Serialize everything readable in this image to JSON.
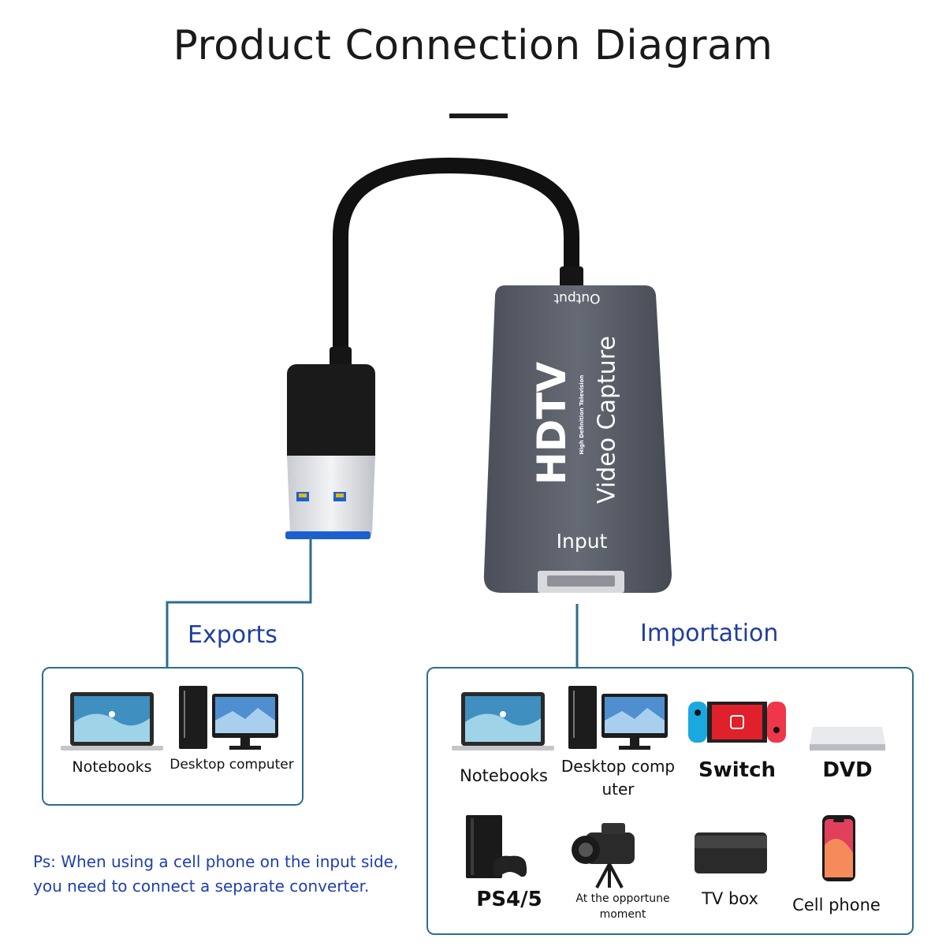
{
  "title": "Product Connection Diagram",
  "device": {
    "output_label": "Output",
    "brand": "HDTV",
    "brand_sub": "High Definition Television",
    "product": "Video Capture",
    "input_label": "Input"
  },
  "exports": {
    "label": "Exports",
    "items": [
      {
        "label": "Notebooks",
        "icon": "laptop-icon"
      },
      {
        "label": "Desktop computer",
        "icon": "desktop-computer-icon"
      }
    ]
  },
  "importation": {
    "label": "Importation",
    "items": [
      {
        "label": "Notebooks",
        "icon": "laptop-icon"
      },
      {
        "label": "Desktop comp uter",
        "icon": "desktop-computer-icon"
      },
      {
        "label": "Switch",
        "icon": "game-console-switch-icon"
      },
      {
        "label": "DVD",
        "icon": "dvd-player-icon"
      },
      {
        "label": "PS4/5",
        "icon": "ps-console-icon"
      },
      {
        "label": "At the opportune moment",
        "icon": "video-camera-icon"
      },
      {
        "label": "TV box",
        "icon": "tv-box-icon"
      },
      {
        "label": "Cell phone",
        "icon": "cell-phone-icon"
      }
    ]
  },
  "note": "Ps: When using a cell phone on the input side, you need to connect a separate converter.",
  "colors": {
    "accent_blue": "#1f3f9f",
    "panel_border": "#2c6f8a",
    "connector_line": "#2c6f8a",
    "device_body": "#5a5f6a"
  }
}
